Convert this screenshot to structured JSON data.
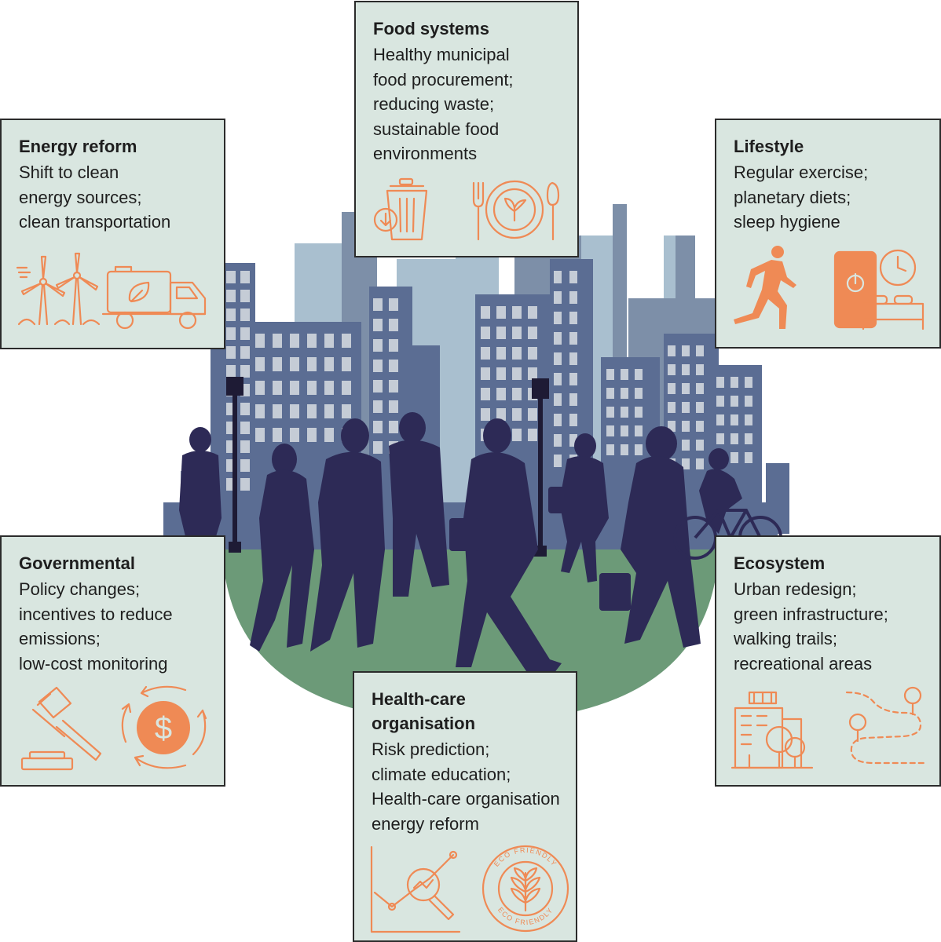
{
  "cards": {
    "food": {
      "title": "Food systems",
      "lines": [
        "Healthy municipal",
        "food procurement;",
        "reducing waste;",
        "sustainable food",
        "environments"
      ],
      "icons": [
        "waste-bin-icon",
        "plate-cutlery-icon"
      ]
    },
    "energy": {
      "title": "Energy reform",
      "lines": [
        "Shift to clean",
        "energy sources;",
        "clean transportation"
      ],
      "icons": [
        "wind-turbine-icon",
        "electric-truck-icon"
      ]
    },
    "lifestyle": {
      "title": "Lifestyle",
      "lines": [
        "Regular exercise;",
        "planetary diets;",
        "sleep hygiene"
      ],
      "icons": [
        "runner-icon",
        "phone-bed-clock-icon"
      ]
    },
    "governmental": {
      "title": "Governmental",
      "lines": [
        "Policy changes;",
        "incentives to reduce",
        "emissions;",
        "low-cost monitoring"
      ],
      "icons": [
        "gavel-icon",
        "dollar-cycle-icon"
      ]
    },
    "ecosystem": {
      "title": "Ecosystem",
      "lines": [
        "Urban redesign;",
        "green infrastructure;",
        "walking trails;",
        "recreational areas"
      ],
      "icons": [
        "green-building-icon",
        "trail-trees-icon"
      ]
    },
    "healthcare": {
      "title_lines": [
        "Health-care",
        "organisation"
      ],
      "lines": [
        "Risk prediction;",
        "climate education;",
        "Health-care organisation",
        "energy reform"
      ],
      "icons": [
        "analytics-magnifier-icon",
        "eco-friendly-badge-icon"
      ],
      "badge_text": "ECO FRIENDLY"
    }
  },
  "colors": {
    "card_bg": "#d9e6e0",
    "card_border": "#2b2b2b",
    "icon_orange": "#ef8a55",
    "building_dark": "#5b6d93",
    "building_mid": "#7d8fa8",
    "building_light": "#a9bfcf",
    "window": "#c5ccd6",
    "grass": "#6c9a78",
    "people": "#2d2a56"
  }
}
